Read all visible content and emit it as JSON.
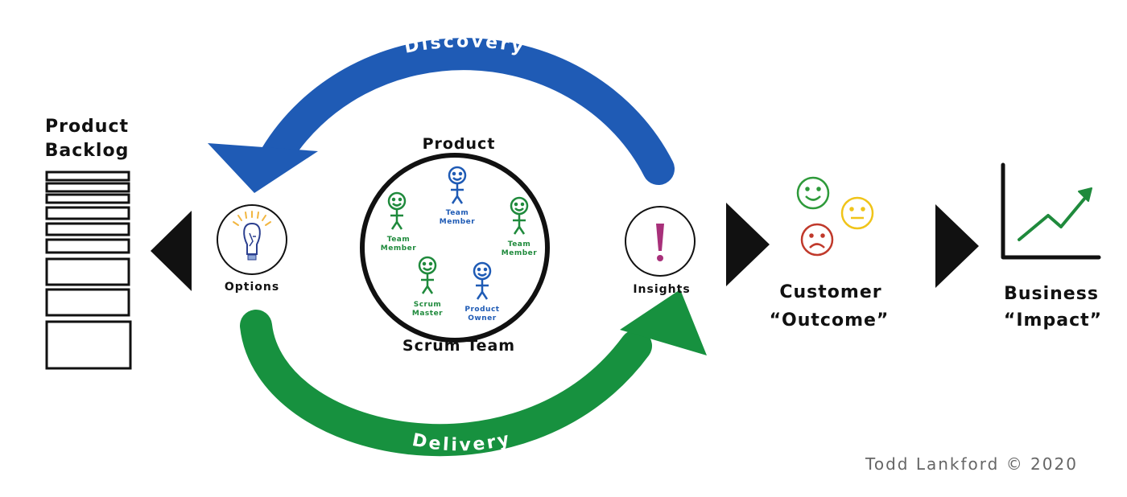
{
  "backlog": {
    "title_line1": "Product",
    "title_line2": "Backlog"
  },
  "options": {
    "label": "Options"
  },
  "insights": {
    "label": "Insights"
  },
  "product": {
    "top_label": "Product",
    "bottom_label": "Scrum Team"
  },
  "team": {
    "member_top": {
      "line1": "Team",
      "line2": "Member"
    },
    "member_left": {
      "line1": "Team",
      "line2": "Member"
    },
    "member_right": {
      "line1": "Team",
      "line2": "Member"
    },
    "scrum_master": {
      "line1": "Scrum",
      "line2": "Master"
    },
    "product_owner": {
      "line1": "Product",
      "line2": "Owner"
    }
  },
  "loop": {
    "discovery": "Discovery",
    "delivery": "Delivery"
  },
  "customer": {
    "line1": "Customer",
    "line2": "“Outcome”"
  },
  "business": {
    "line1": "Business",
    "line2": "“Impact”"
  },
  "credit": "Todd Lankford © 2020",
  "colors": {
    "discovery_blue": "#1f5bb5",
    "delivery_green": "#17913f",
    "team_green": "#1f8a3c",
    "team_blue": "#1f5bb5",
    "happy": "#2e9a3a",
    "neutral": "#f0c419",
    "sad": "#c0392b",
    "insight_mark": "#a8307a",
    "bulb_rays": "#f2b640"
  },
  "icons": [
    "lightbulb-icon",
    "exclamation-icon",
    "smiley-icon",
    "stick-figure-icon",
    "growth-chart-icon"
  ]
}
